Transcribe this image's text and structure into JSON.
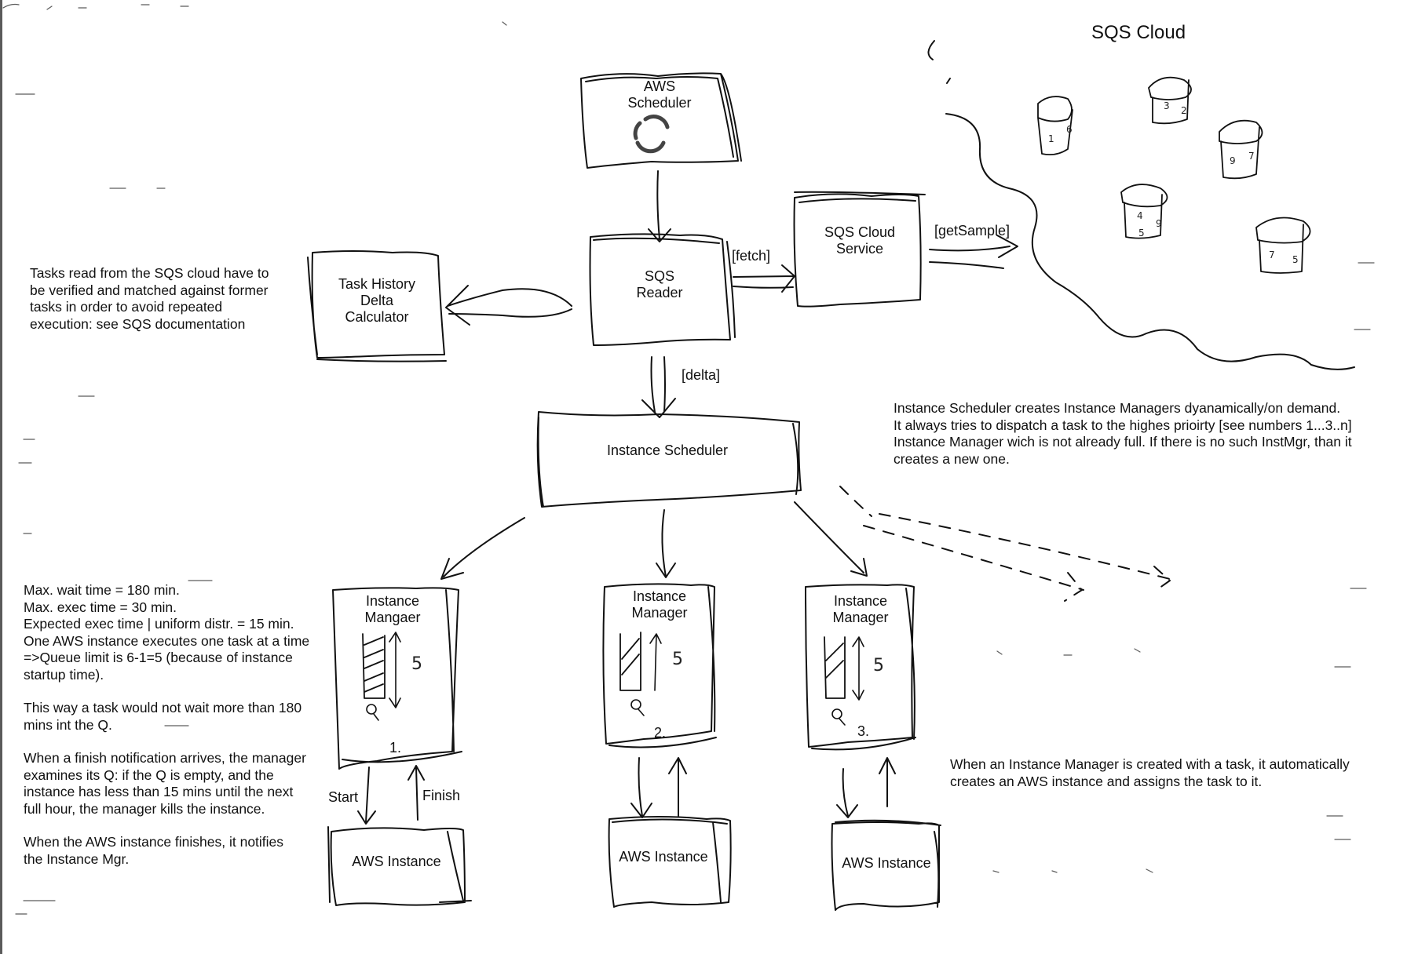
{
  "cloud": {
    "title": "SQS Cloud",
    "cylinder_labels": [
      [
        "1",
        "6"
      ],
      [
        "3",
        "2"
      ],
      [
        "9",
        "7"
      ],
      [
        "4",
        "9",
        "5"
      ],
      [
        "7",
        "5"
      ]
    ]
  },
  "boxes": {
    "aws_scheduler": "AWS\nScheduler",
    "sqs_reader": "SQS\nReader",
    "sqs_cloud_service": "SQS Cloud\nService",
    "task_history": "Task History\nDelta\nCalculator",
    "instance_scheduler": "Instance Scheduler",
    "instance_managers": [
      "Instance\nMangaer",
      "Instance\nManager",
      "Instance\nManager"
    ],
    "manager_numbers": [
      "1.",
      "2.",
      "3."
    ],
    "queue_limit_mark": "5",
    "aws_instances": [
      "AWS Instance",
      "AWS Instance",
      "AWS Instance"
    ]
  },
  "edges": {
    "fetch": "[fetch]",
    "get_sample": "[getSample]",
    "delta": "[delta]",
    "start": "Start",
    "finish": "Finish"
  },
  "notes": {
    "task_history": [
      "Tasks read from the SQS cloud have to",
      "be verified and matched against former",
      "tasks in order to avoid repeated",
      "execution: see SQS documentation"
    ],
    "scheduler": [
      "Instance Scheduler creates Instance Managers dyanamically/on demand.",
      "It always tries to dispatch a task to the highes prioirty [see numbers 1...3..n]",
      "Instance Manager wich is not already full. If there is no such InstMgr, than it",
      "creates a new one."
    ],
    "limits_1": [
      "Max. wait time = 180 min.",
      "Max. exec time = 30 min.",
      "Expected exec time | uniform distr. = 15 min.",
      "One AWS instance executes one task at a time",
      "=>Queue limit is 6-1=5 (because of instance",
      "startup time)."
    ],
    "limits_2": [
      "This way a task would not wait more than 180",
      "mins int the Q."
    ],
    "limits_3": [
      "When a finish notification arrives, the manager",
      "examines its Q: if the Q is empty, and the",
      "instance has less than 15 mins until the next",
      "full hour, the manager kills the instance."
    ],
    "limits_4": [
      "When the AWS instance finishes, it notifies",
      "the Instance Mgr."
    ],
    "creation": [
      "When an Instance Manager is created with a task, it automatically",
      "creates an AWS instance and assigns the task to it."
    ]
  }
}
